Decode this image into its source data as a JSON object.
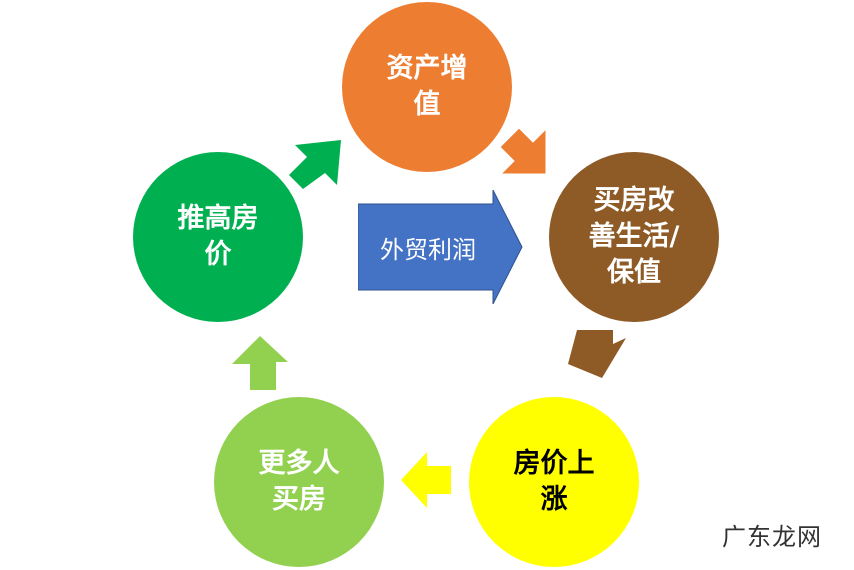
{
  "diagram": {
    "nodes": [
      {
        "id": "asset",
        "lines": [
          "资产增",
          "值"
        ],
        "color": "#ED7D31",
        "text_color": "#ffffff"
      },
      {
        "id": "buy-improve",
        "lines": [
          "买房改",
          "善生活/",
          "保值"
        ],
        "color": "#8E5A25",
        "text_color": "#ffffff"
      },
      {
        "id": "price-rise",
        "lines": [
          "房价上",
          "涨"
        ],
        "color": "#FFFF00",
        "text_color": "#000000"
      },
      {
        "id": "more-buyers",
        "lines": [
          "更多人",
          "买房"
        ],
        "color": "#92D050",
        "text_color": "#ffffff"
      },
      {
        "id": "push-price",
        "lines": [
          "推高房",
          "价"
        ],
        "color": "#00B050",
        "text_color": "#ffffff"
      }
    ],
    "arrows": [
      {
        "from": "asset",
        "to": "buy-improve",
        "color": "#ED7D31"
      },
      {
        "from": "buy-improve",
        "to": "price-rise",
        "color": "#8E5A25"
      },
      {
        "from": "price-rise",
        "to": "more-buyers",
        "color": "#FFFF00"
      },
      {
        "from": "more-buyers",
        "to": "push-price",
        "color": "#92D050"
      },
      {
        "from": "push-price",
        "to": "asset",
        "color": "#00B050"
      }
    ],
    "center": {
      "label": "外贸利润",
      "color": "#4472C4",
      "text_color": "#ffffff"
    }
  },
  "watermark": "广东龙网"
}
